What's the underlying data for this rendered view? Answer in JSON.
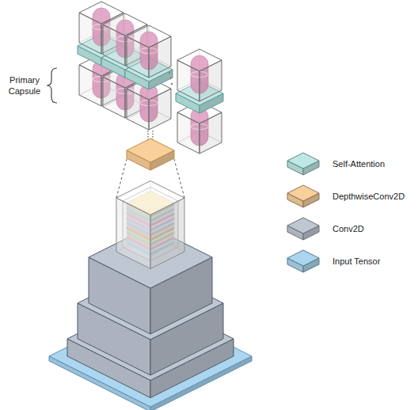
{
  "diagram": {
    "labels": [
      "Primary Capsule"
    ],
    "legend": [
      {
        "text": "Self-Attention",
        "color": "#bde8e5"
      },
      {
        "text": "DepthwiseConv2D",
        "color": "#f9d09c"
      },
      {
        "text": "Conv2D",
        "color": "#bfc7d3"
      },
      {
        "text": "Input Tensor",
        "color": "#abd6ef"
      }
    ]
  }
}
